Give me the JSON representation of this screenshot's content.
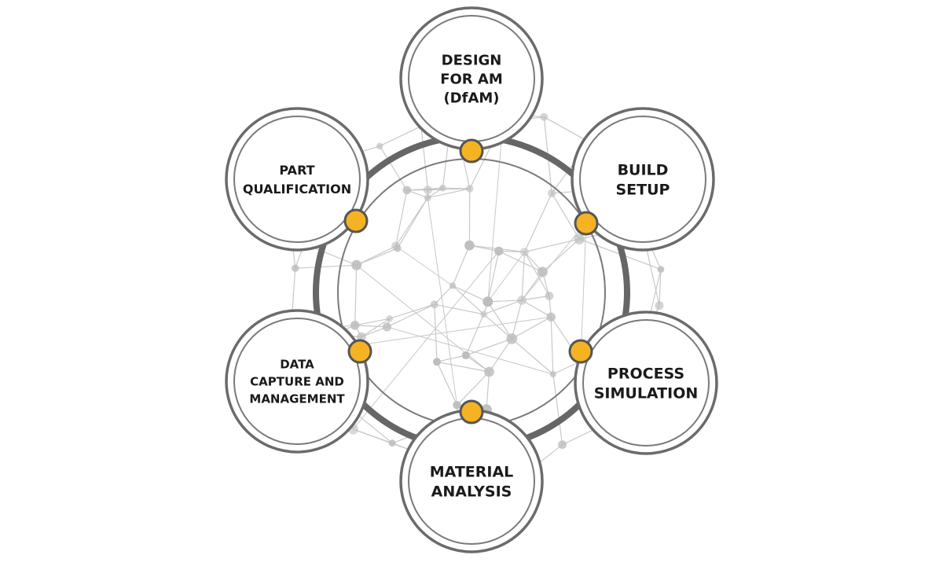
{
  "diagram": {
    "colors": {
      "ring": "#666666",
      "outer_circle_stroke": "#6b6b6b",
      "inner_circle_stroke": "#7a7a7a",
      "connector_dot": "#F5B324",
      "connector_dot_stroke": "#555555",
      "network_line": "#c8c8c8",
      "network_node": "#bdbdbd",
      "label": "#1a1a1a"
    },
    "nodes": [
      {
        "id": "dfam",
        "lines": [
          "DESIGN",
          "FOR AM",
          "(DfAM)"
        ]
      },
      {
        "id": "build-setup",
        "lines": [
          "BUILD",
          "SETUP"
        ]
      },
      {
        "id": "process-simulation",
        "lines": [
          "PROCESS",
          "SIMULATION"
        ]
      },
      {
        "id": "material-analysis",
        "lines": [
          "MATERIAL",
          "ANALYSIS"
        ]
      },
      {
        "id": "data-capture",
        "lines": [
          "DATA",
          "CAPTURE AND",
          "MANAGEMENT"
        ]
      },
      {
        "id": "part-qualification",
        "lines": [
          "PART",
          "QUALIFICATION"
        ]
      }
    ]
  }
}
